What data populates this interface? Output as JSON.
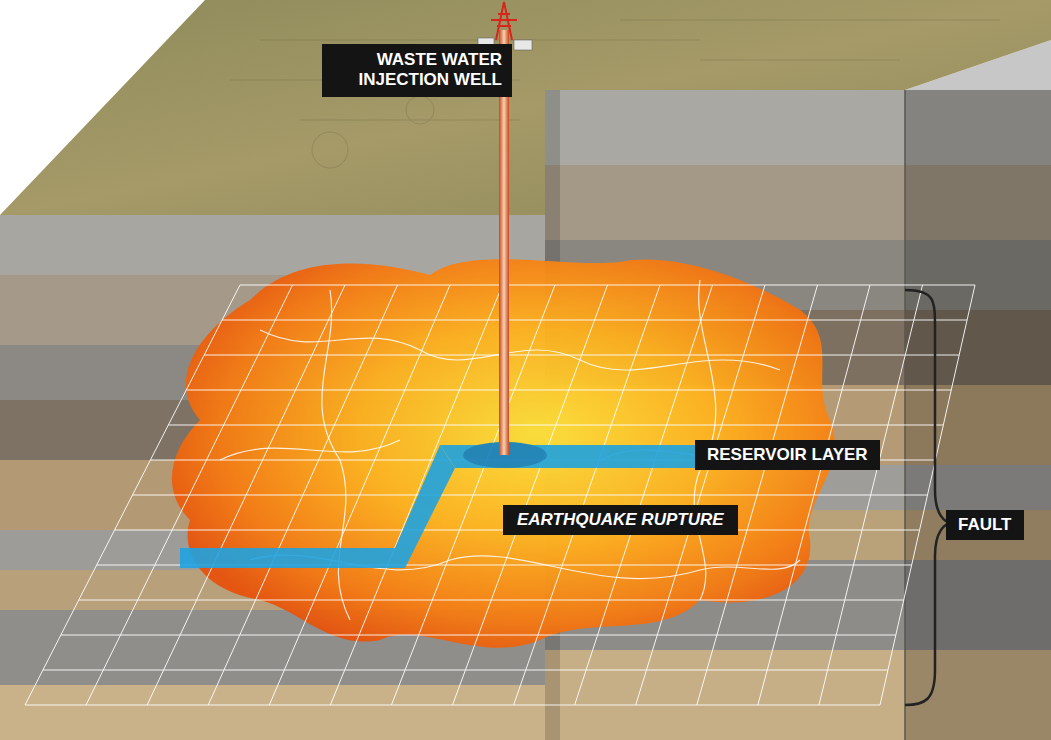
{
  "diagram": {
    "nodes": [
      {
        "text": [
          "WASTE WATER INJECTION WELL"
        ]
      },
      {
        "text": [
          "RESERVOIR LAYER"
        ]
      },
      {
        "text": [
          "EARTHQUAKE RUPTURE"
        ]
      },
      {
        "text": [
          "FAULT"
        ]
      }
    ]
  }
}
